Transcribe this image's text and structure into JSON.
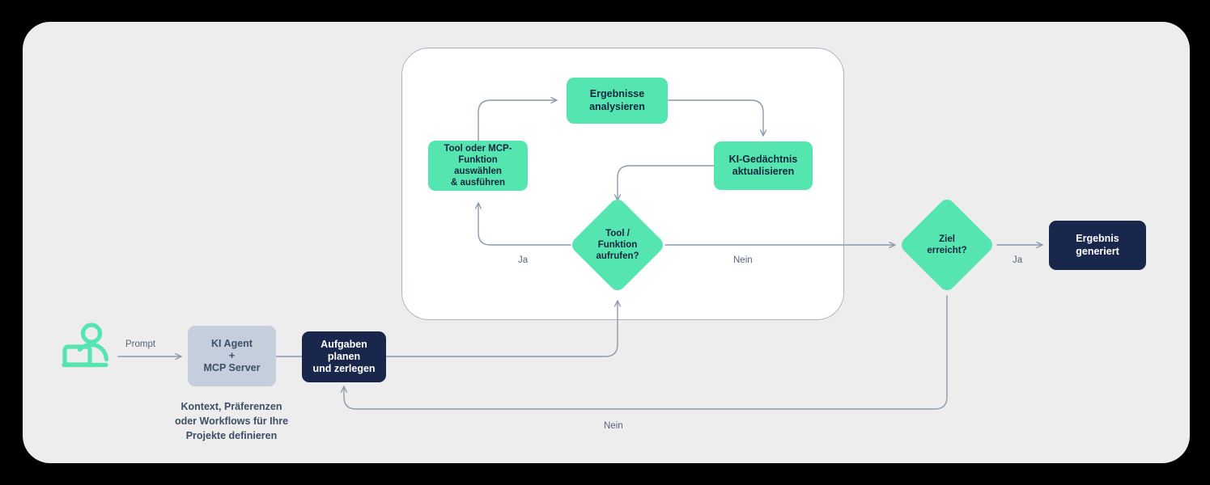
{
  "canvas": {
    "background": "#000000",
    "card_background": "#ededed",
    "inner_panel_background": "#ffffff",
    "inner_panel_border": "#a9b4c3",
    "accent_green": "#55e5b0",
    "accent_navy": "#18274b",
    "accent_lightblue": "#c4cedc",
    "connector_color": "#8d99ab",
    "text_dark": "#16263f",
    "text_muted": "#57647a"
  },
  "icons": {
    "user": "person-at-desk-icon"
  },
  "nodes": {
    "agent": {
      "label": "KI Agent\n+\nMCP Server",
      "kind": "process",
      "color": "#c4cedc"
    },
    "plan": {
      "label": "Aufgaben\nplanen\nund zerlegen",
      "kind": "process",
      "color": "#18274b"
    },
    "call_tool": {
      "label": "Tool /\nFunktion\naufrufen?",
      "kind": "decision",
      "color": "#55e5b0"
    },
    "select_tool": {
      "label": "Tool oder MCP-\nFunktion\nauswählen\n& ausführen",
      "kind": "process",
      "color": "#55e5b0"
    },
    "analyze": {
      "label": "Ergebnisse\nanalysieren",
      "kind": "process",
      "color": "#55e5b0"
    },
    "memory": {
      "label": "KI-Gedächtnis\naktualisieren",
      "kind": "process",
      "color": "#55e5b0"
    },
    "goal": {
      "label": "Ziel\nerreicht?",
      "kind": "decision",
      "color": "#55e5b0"
    },
    "result": {
      "label": "Ergebnis\ngeneriert",
      "kind": "terminal",
      "color": "#18274b"
    }
  },
  "edge_labels": {
    "prompt": "Prompt",
    "ja_tool": "Ja",
    "nein_tool": "Nein",
    "ja_goal": "Ja",
    "nein_goal": "Nein"
  },
  "captions": {
    "context": "Kontext, Präferenzen\noder Workflows für Ihre\nProjekte definieren"
  }
}
